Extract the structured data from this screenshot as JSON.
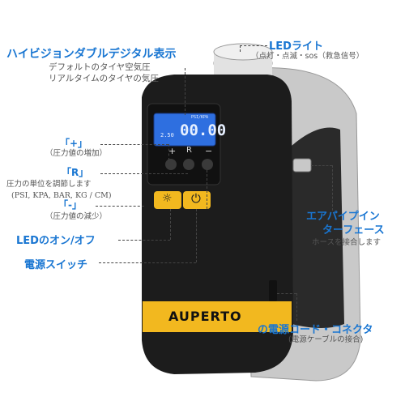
{
  "colors": {
    "accent_blue": "#1976d2",
    "body_black": "#1c1c1c",
    "side_silver": "#c9c9c9",
    "strip_yellow": "#f2b81f",
    "lcd_blue": "#2e6fe0"
  },
  "labels": {
    "dual_display": {
      "title": "ハイビジョンダブルデジタル表示",
      "line1": "デフォルトのタイヤ空気圧",
      "line2": "リアルタイムのタイヤの気圧"
    },
    "led_light": {
      "title": "LEDライト",
      "line1": "（点灯・点滅・sos（救急信号）"
    },
    "plus": {
      "title": "「+」",
      "line1": "（圧力値の増加）"
    },
    "r": {
      "title": "「R」",
      "line1": "圧力の単位を調節します",
      "line2": "(PSI, KPA, BAR, KG / CM)"
    },
    "minus": {
      "title": "「-」",
      "line1": "（圧力値の減少）"
    },
    "led_onoff": {
      "title": "LEDのオン/オフ"
    },
    "power_switch": {
      "title": "電源スイッチ"
    },
    "air_pipe": {
      "title1": "エアパイプイン",
      "title2": "ターフェース",
      "line1": "ホースを接合します"
    },
    "power_cord": {
      "title": "の電源コード・コネクタ",
      "line1": "(電源ケーブルの接合)"
    }
  },
  "device": {
    "brand": "AUPERTO",
    "lcd_small_left": "2.50",
    "lcd_main": "00.00",
    "lcd_unit": "PSI/KPA",
    "btn_plus": "+",
    "btn_r": "R",
    "btn_minus": "−",
    "icon_light": "lightbulb-icon",
    "icon_power": "power-icon"
  }
}
